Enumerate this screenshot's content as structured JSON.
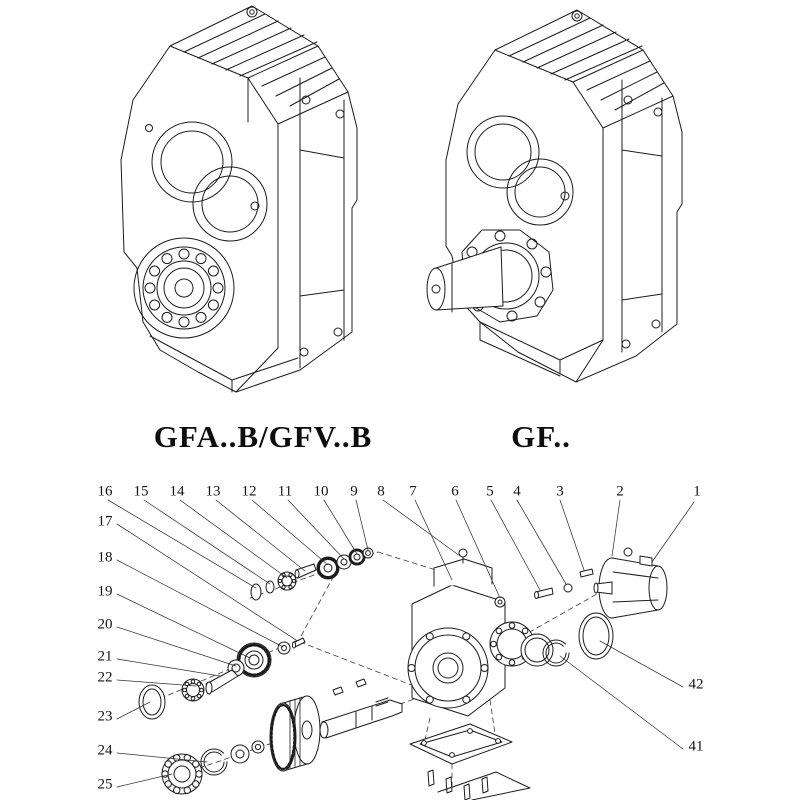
{
  "figures": {
    "left_caption": "GFA..B/GFV..B",
    "right_caption": "GF.."
  },
  "parts_diagram": {
    "top_row": [
      "16",
      "15",
      "14",
      "13",
      "12",
      "11",
      "10",
      "9",
      "8",
      "7",
      "6",
      "5",
      "4",
      "3",
      "2",
      "1"
    ],
    "left_column": [
      "17",
      "18",
      "19",
      "20",
      "21",
      "22",
      "23",
      "24",
      "25"
    ],
    "right_column": [
      "42",
      "41"
    ]
  },
  "colors": {
    "line": "#1c1c1c",
    "background": "#ffffff"
  }
}
